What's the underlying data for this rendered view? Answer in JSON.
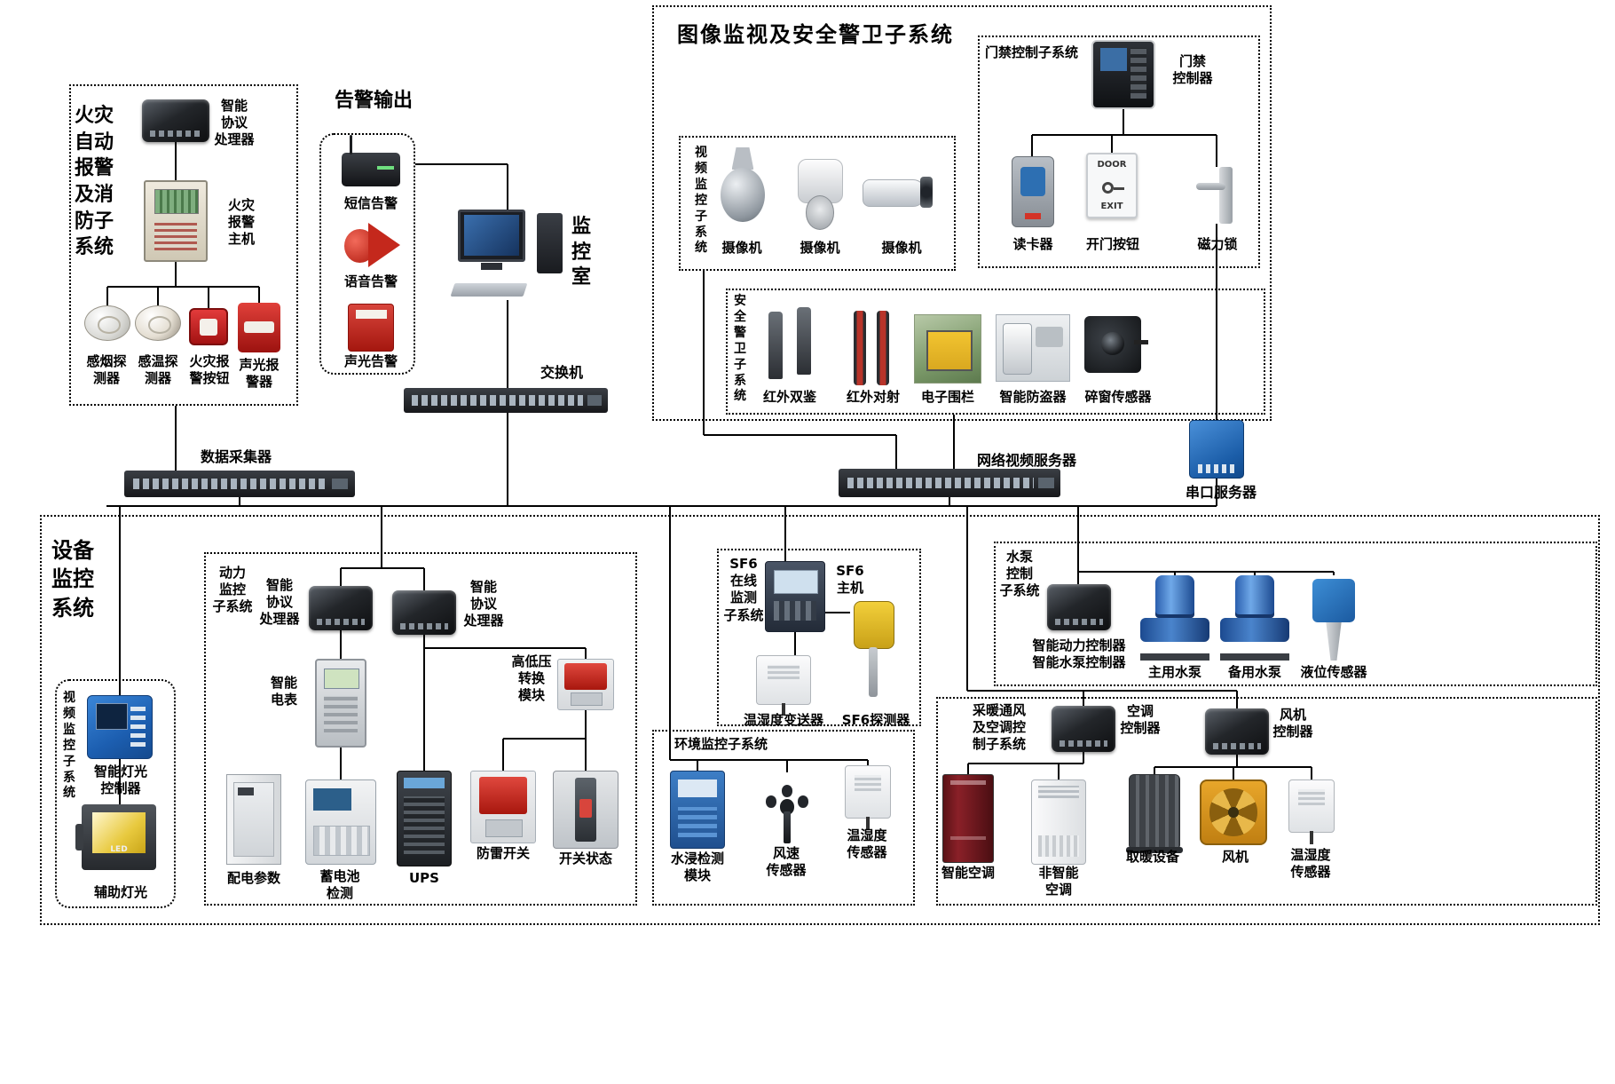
{
  "page": {
    "background": "#ffffff",
    "line_color": "#000000"
  },
  "fire_system": {
    "title": "火灾\n自动\n报警\n及消\n防子\n系统",
    "protocol_processor": "智能\n协议\n处理器",
    "alarm_host": "火灾\n报警\n主机",
    "smoke_detector": "感烟探\n测器",
    "heat_detector": "感温探\n测器",
    "alarm_button": "火灾报\n警按钮",
    "sound_light_alarm": "声光报\n警器"
  },
  "alarm_output": {
    "title": "告警输出",
    "sms_alarm": "短信告警",
    "voice_alarm": "语音告警",
    "sound_light_alarm": "声光告警"
  },
  "control_room": {
    "title": "监\n控\n室",
    "switch_label": "交换机"
  },
  "surveillance": {
    "title": "图像监视及安全警卫子系统",
    "access": {
      "title": "门禁控制子系统",
      "controller": "门禁\n控制器",
      "card_reader": "读卡器",
      "door_button": "开门按钮",
      "door_button_word1": "DOOR",
      "door_button_word2": "EXIT",
      "magnetic_lock": "磁力锁"
    },
    "video": {
      "title": "视\n频\n监\n控\n子\n系\n统",
      "camera1": "摄像机",
      "camera2": "摄像机",
      "camera3": "摄像机"
    },
    "guard": {
      "title": "安\n全\n警\n卫\n子\n系\n统",
      "ir_dual": "红外双鉴",
      "ir_beam": "红外对射",
      "fence": "电子围栏",
      "anti_theft": "智能防盗器",
      "window_sensor": "碎窗传感器"
    }
  },
  "backbone": {
    "data_collector": "数据采集器",
    "network_video_server": "网络视频服务器",
    "serial_server": "串口服务器"
  },
  "equipment": {
    "title": "设备\n监控\n系统",
    "video_sub": {
      "title": "视\n频\n监\n控\n子\n系\n统",
      "light_controller": "智能灯光\n控制器",
      "aux_light": "辅助灯光",
      "led_mark": "LED"
    },
    "power": {
      "title": "动力\n监控\n子系统",
      "processor1": "智能\n协议\n处理器",
      "processor2": "智能\n协议\n处理器",
      "meter": "智能\n电表",
      "hv_module": "高低压\n转换\n模块",
      "distribution": "配电参数",
      "battery_check": "蓄电池\n检测",
      "ups": "UPS",
      "surge_switch": "防雷开关",
      "switch_status": "开关状态"
    },
    "sf6": {
      "title": "SF6\n在线\n监测\n子系统",
      "host": "SF6\n主机",
      "transmitter": "温湿度变送器",
      "detector": "SF6探测器"
    },
    "environment": {
      "title": "环境监控子系统",
      "water_module": "水浸检测\n模块",
      "wind_sensor": "风速\n传感器",
      "temp_humidity": "温湿度\n传感器"
    },
    "pump": {
      "title": "水泵\n控制\n子系统",
      "controller": "智能动力控制器\n智能水泵控制器",
      "main_pump": "主用水泵",
      "backup_pump": "备用水泵",
      "level_sensor": "液位传感器"
    },
    "hvac": {
      "title": "采暖通风\n及空调控\n制子系统",
      "ac_controller": "空调\n控制器",
      "fan_controller": "风机\n控制器",
      "smart_ac": "智能空调",
      "plain_ac": "非智能\n空调",
      "heater": "取暖设备",
      "fan": "风机",
      "temp_humidity": "温湿度\n传感器"
    }
  }
}
